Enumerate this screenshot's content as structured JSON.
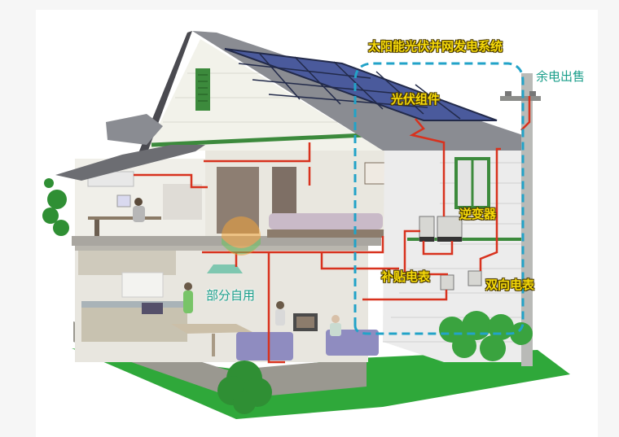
{
  "diagram": {
    "title": "太阳能光伏并网发电系统",
    "labels": {
      "pv_modules": "光伏组件",
      "inverter": "逆变器",
      "subsidy_meter": "补贴电表",
      "bidirectional_meter": "双向电表",
      "self_use": "部分自用",
      "surplus_sale": "余电出售"
    },
    "colors": {
      "label_yellow": "#f5d90a",
      "label_teal": "#1a9e8a",
      "boundary_dash": "#22a3c8",
      "wiring": "#d8321e",
      "lawn": "#2fa83a",
      "roof": "#8a8c92",
      "solar_panel": "#4a5a9c",
      "trim_green": "#3c8a3c"
    }
  }
}
